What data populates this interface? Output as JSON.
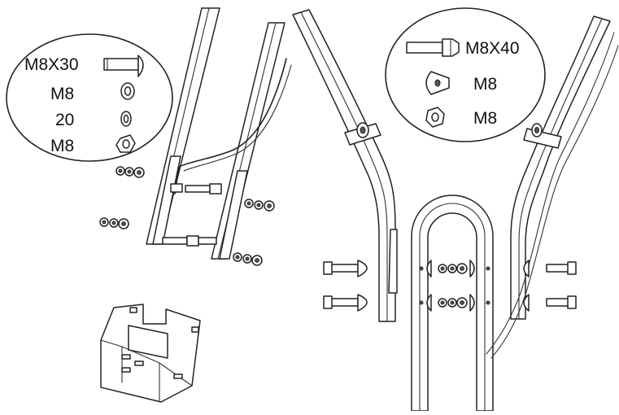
{
  "left_callout": {
    "rows": [
      {
        "label": "M8X30",
        "part_icon": "bolt-icon"
      },
      {
        "label": "M8",
        "part_icon": "flat-washer-icon"
      },
      {
        "label": "20",
        "part_icon": "spring-washer-icon"
      },
      {
        "label": "M8",
        "part_icon": "hex-nut-icon"
      }
    ]
  },
  "right_callout": {
    "rows": [
      {
        "label": "M8X40",
        "part_icon": "bolt-icon"
      },
      {
        "label": "M8",
        "part_icon": "curved-washer-icon"
      },
      {
        "label": "M8",
        "part_icon": "lock-nut-icon"
      }
    ]
  },
  "colors": {
    "line": "#222222",
    "background": "#ffffff",
    "part_fill": "#d8d8d8"
  }
}
